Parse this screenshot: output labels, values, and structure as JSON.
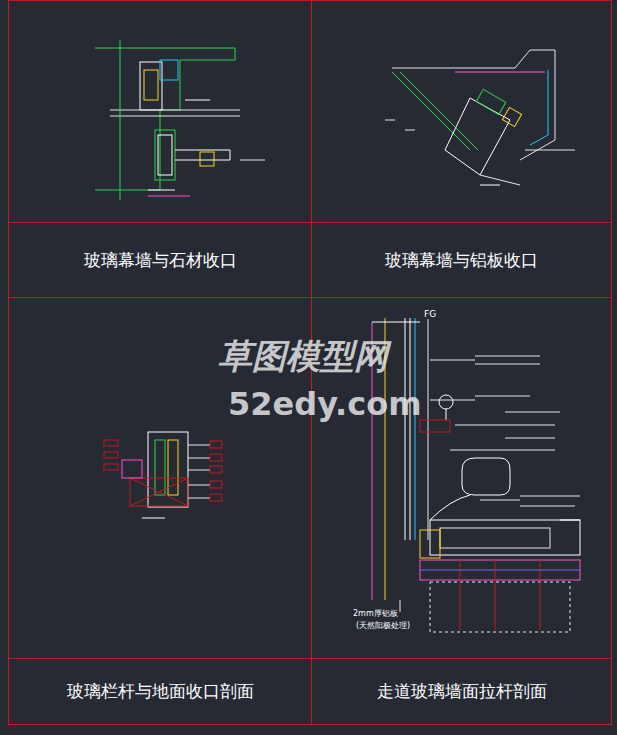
{
  "diagram": {
    "nodes": [
      {
        "text": [
          "玻璃幕墙与石材收口"
        ]
      },
      {
        "text": [
          "玻璃幕墙与铝板收口"
        ]
      },
      {
        "text": [
          "玻璃栏杆与地面收口剖面"
        ]
      },
      {
        "text": [
          "走道玻璃墙面拉杆剖面"
        ]
      }
    ],
    "labels": [
      "草图模型网",
      "52edy.com",
      "FG",
      "2mm厚铝板",
      "(天然阳极处理)"
    ]
  }
}
